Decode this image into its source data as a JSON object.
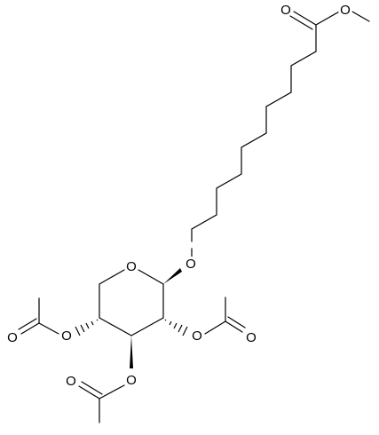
{
  "molecule": {
    "atom_labels": {
      "ester_carbonyl_o": "O",
      "ester_ether_o": "O",
      "glycosidic_o": "O",
      "ring_o": "O",
      "c2_oac_o": "O",
      "c2_oac_carbonyl_o": "O",
      "c4_oac_o": "O",
      "c4_oac_carbonyl_o": "O",
      "c3_oac_o": "O",
      "c3_oac_carbonyl_o": "O"
    }
  }
}
